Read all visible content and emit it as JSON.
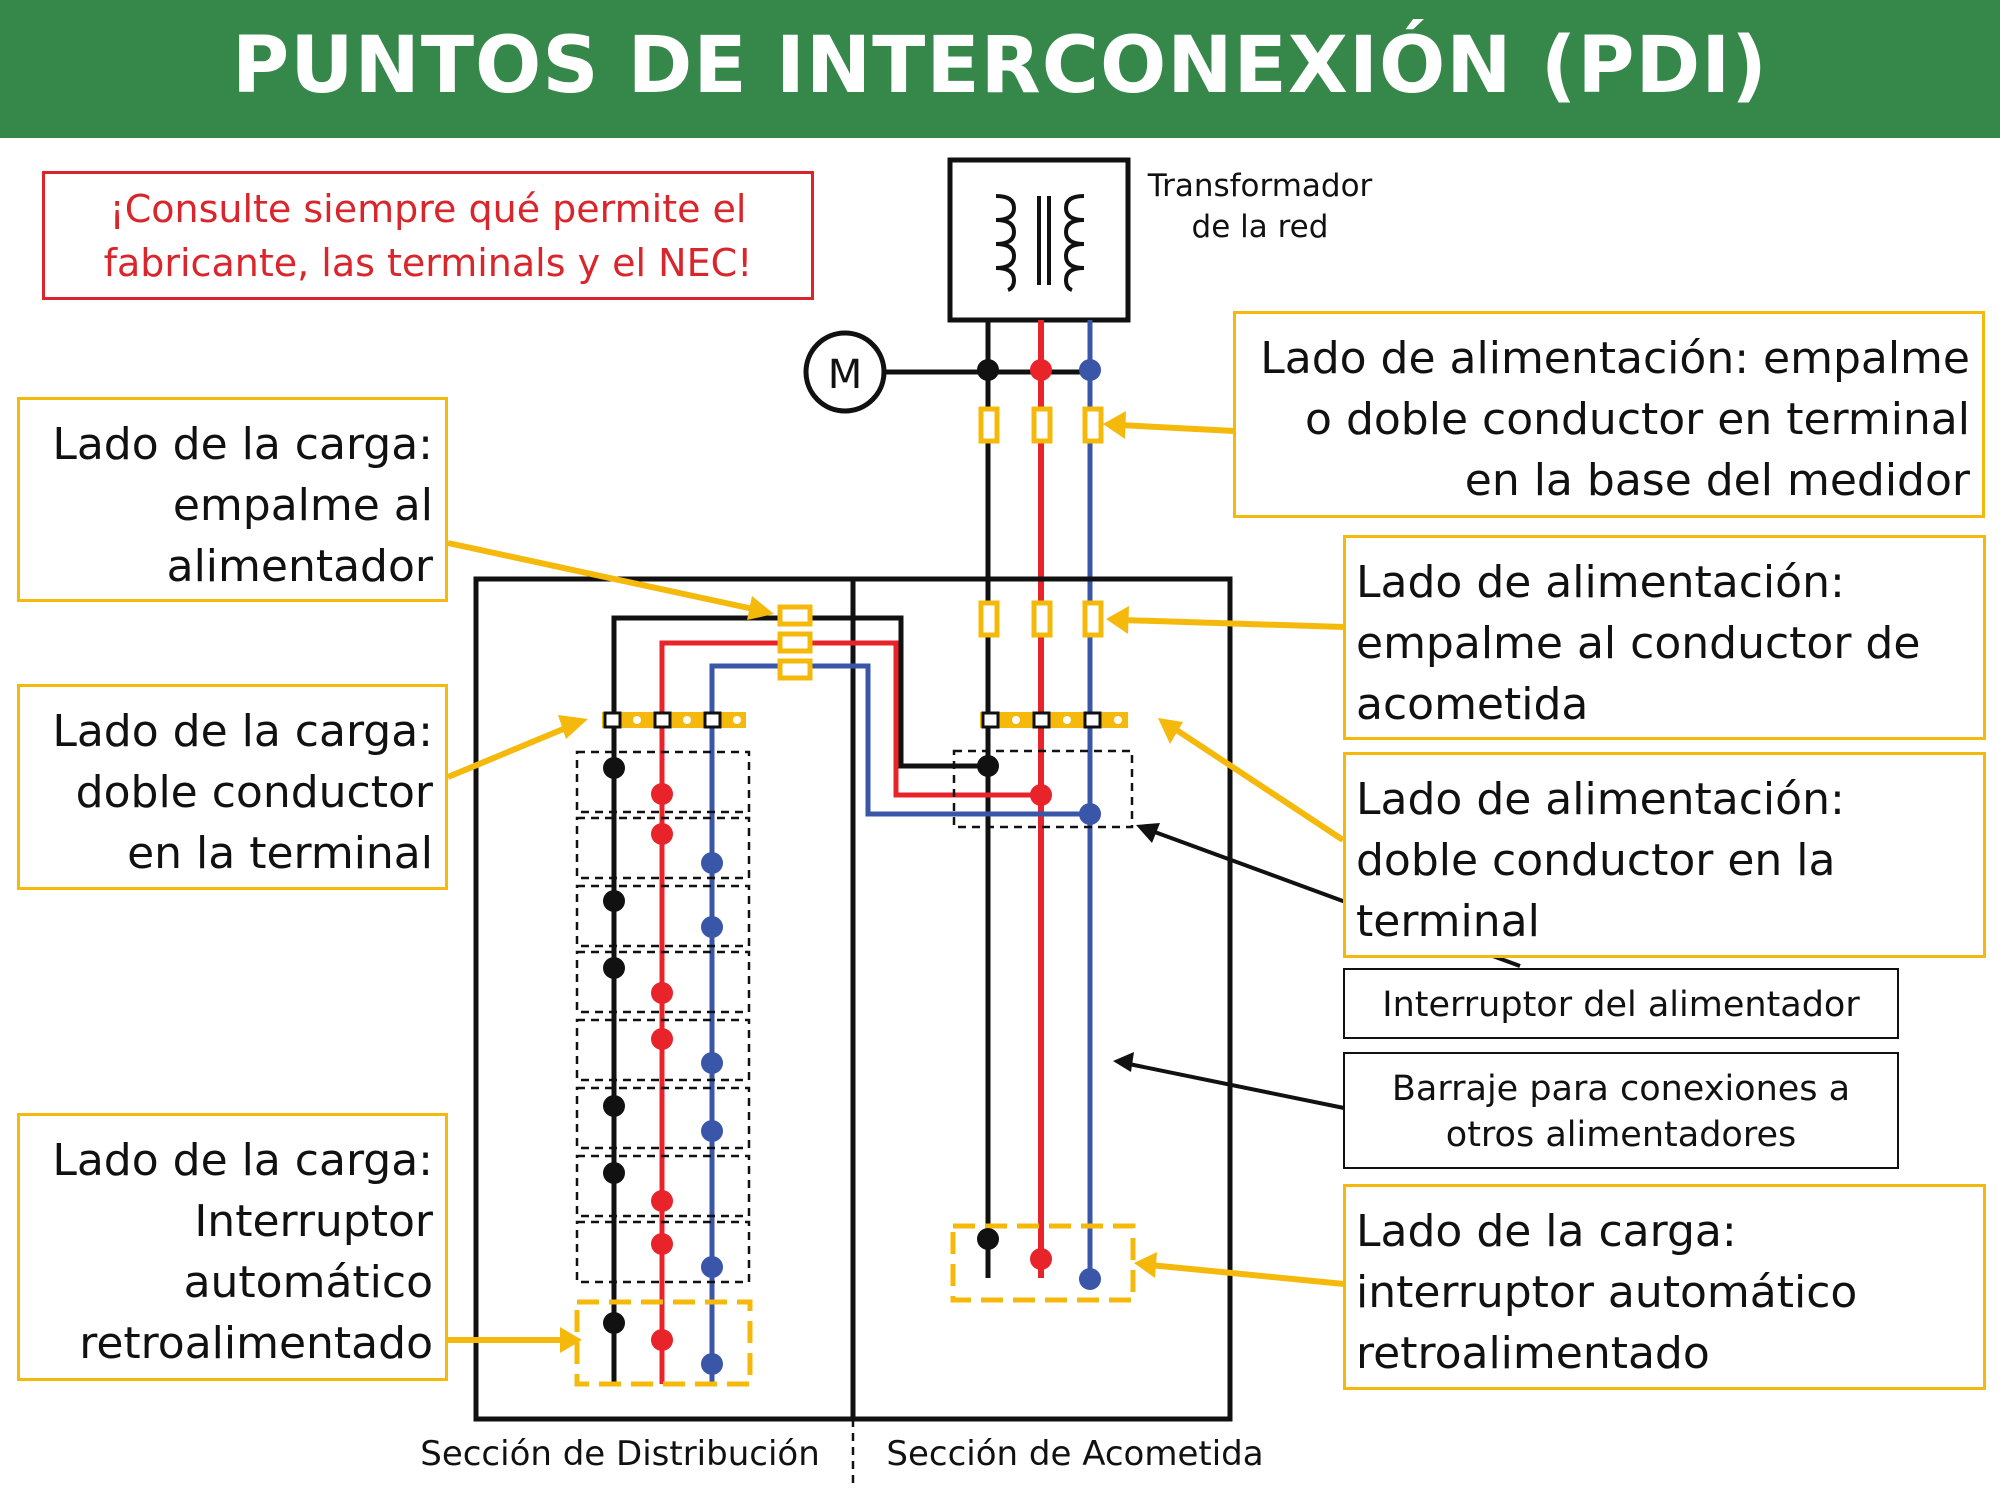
{
  "header": {
    "title": "PUNTOS DE INTERCONEXIÓN (PDI)"
  },
  "warning": {
    "text": "¡Consulte siempre qué permite el fabricante, las terminals y el NEC!"
  },
  "labels": {
    "transformer": "Transformador de la red",
    "meter": "M",
    "supply_meter_base": "Lado de alimentación: empalme o doble conductor en terminal en la base del medidor",
    "load_feeder_splice": "Lado de la carga: empalme al alimentador",
    "supply_service_splice": "Lado de alimentación: empalme al conductor de acometida",
    "load_double_terminal": "Lado de la carga: doble conductor en la terminal",
    "supply_double_terminal": "Lado de alimentación: doble conductor en la terminal",
    "feeder_breaker": "Interruptor del alimentador",
    "busbar": "Barraje para conexiones a otros alimentadores",
    "load_backfed_left": "Lado de la carga: Interruptor automático retroalimentado",
    "load_backfed_right": "Lado de la carga: interruptor automático retroalimentado",
    "distribution_section": "Sección de Distribución",
    "service_section": "Sección de Acometida"
  },
  "colors": {
    "header_green": "#35874a",
    "callout_gold": "#f4b90b",
    "wire_black": "#111111",
    "wire_red": "#e8232a",
    "wire_blue": "#3a56a8",
    "warning_red": "#d9262c"
  }
}
